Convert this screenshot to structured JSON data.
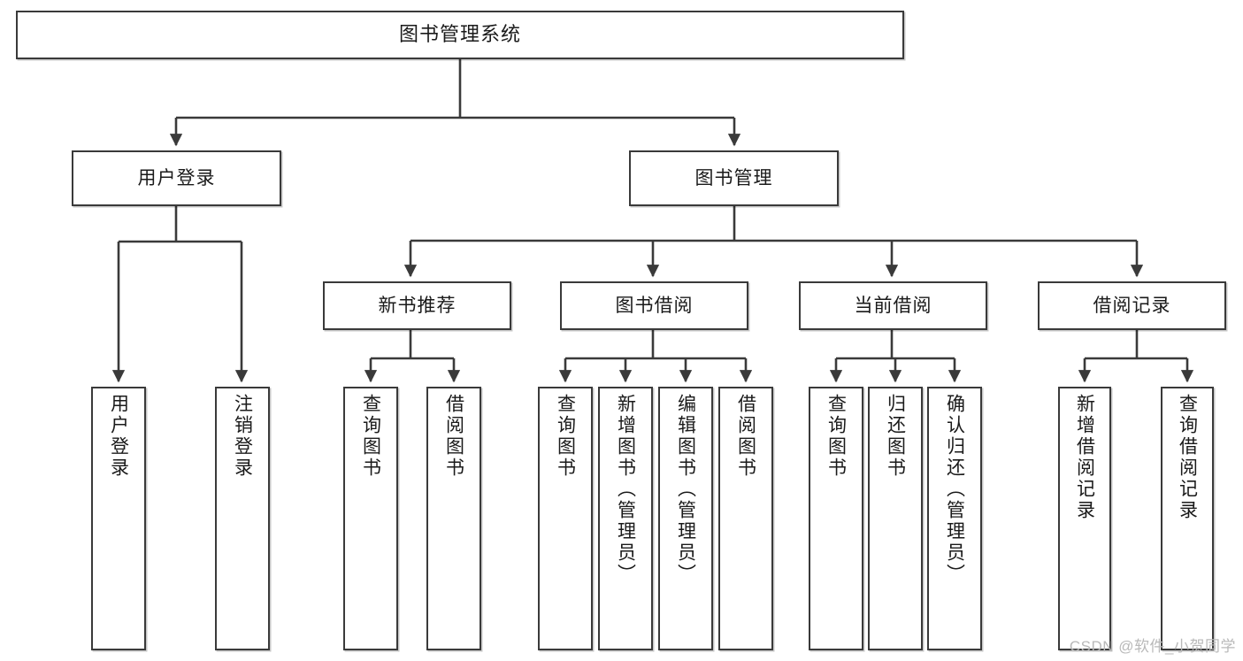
{
  "diagram": {
    "title_node": {
      "id": "root",
      "label": "图书管理系统"
    },
    "level1": [
      {
        "id": "login",
        "label": "用户登录"
      },
      {
        "id": "bookmgmt",
        "label": "图书管理"
      }
    ],
    "level2": [
      {
        "id": "newbook",
        "label": "新书推荐",
        "parent": "bookmgmt"
      },
      {
        "id": "borrow",
        "label": "图书借阅",
        "parent": "bookmgmt"
      },
      {
        "id": "current",
        "label": "当前借阅",
        "parent": "bookmgmt"
      },
      {
        "id": "records",
        "label": "借阅记录",
        "parent": "bookmgmt"
      }
    ],
    "leaves": {
      "login": [
        {
          "id": "leaf-user-login",
          "label": "用户登录"
        },
        {
          "id": "leaf-user-logout",
          "label": "注销登录"
        }
      ],
      "newbook": [
        {
          "id": "leaf-query-book-1",
          "label": "查询图书"
        },
        {
          "id": "leaf-borrow-book-1",
          "label": "借阅图书"
        }
      ],
      "borrow": [
        {
          "id": "leaf-query-book-2",
          "label": "查询图书"
        },
        {
          "id": "leaf-add-book",
          "label": "新增图书（管理员）"
        },
        {
          "id": "leaf-edit-book",
          "label": "编辑图书（管理员）"
        },
        {
          "id": "leaf-borrow-book-2",
          "label": "借阅图书"
        }
      ],
      "current": [
        {
          "id": "leaf-query-book-3",
          "label": "查询图书"
        },
        {
          "id": "leaf-return-book",
          "label": "归还图书"
        },
        {
          "id": "leaf-confirm-return",
          "label": "确认归还（管理员）"
        }
      ],
      "records": [
        {
          "id": "leaf-add-record",
          "label": "新增借阅记录"
        },
        {
          "id": "leaf-query-record",
          "label": "查询借阅记录"
        }
      ]
    },
    "watermark": "CSDN @软件_小贺同学",
    "colors": {
      "stroke": "#3a3a3a",
      "fill": "#ffffff",
      "text": "#1a1a1a",
      "watermark": "#b9b9b9"
    }
  }
}
